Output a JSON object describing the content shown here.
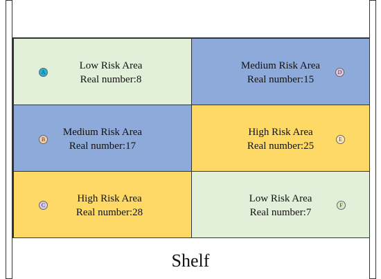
{
  "shelf_label": "Shelf",
  "areas": [
    {
      "id": "A",
      "title": "Low  Risk Area",
      "count": "Real number:8",
      "fill": "#e2efd9",
      "marker_color": "#1bb5d6",
      "marker_text": "#0a3a66"
    },
    {
      "id": "D",
      "title": "Medium Risk Area",
      "count": "Real number:15",
      "fill": "#8eaadb",
      "marker_color": "#e6c3e6",
      "marker_text": "#333333"
    },
    {
      "id": "B",
      "title": "Medium Risk Area",
      "count": "Real number:17",
      "fill": "#8eaadb",
      "marker_color": "#f6cda8",
      "marker_text": "#333333"
    },
    {
      "id": "E",
      "title": "High Risk Area",
      "count": "Real number:25",
      "fill": "#ffd966",
      "marker_color": "#fde9bd",
      "marker_text": "#333333"
    },
    {
      "id": "C",
      "title": "High Risk Area",
      "count": "Real number:28",
      "fill": "#ffd966",
      "marker_color": "#d9c7e3",
      "marker_text": "#333333"
    },
    {
      "id": "F",
      "title": "Low  Risk Area",
      "count": "Real number:7",
      "fill": "#e2efd9",
      "marker_color": "#d6ecc6",
      "marker_text": "#333333"
    }
  ]
}
